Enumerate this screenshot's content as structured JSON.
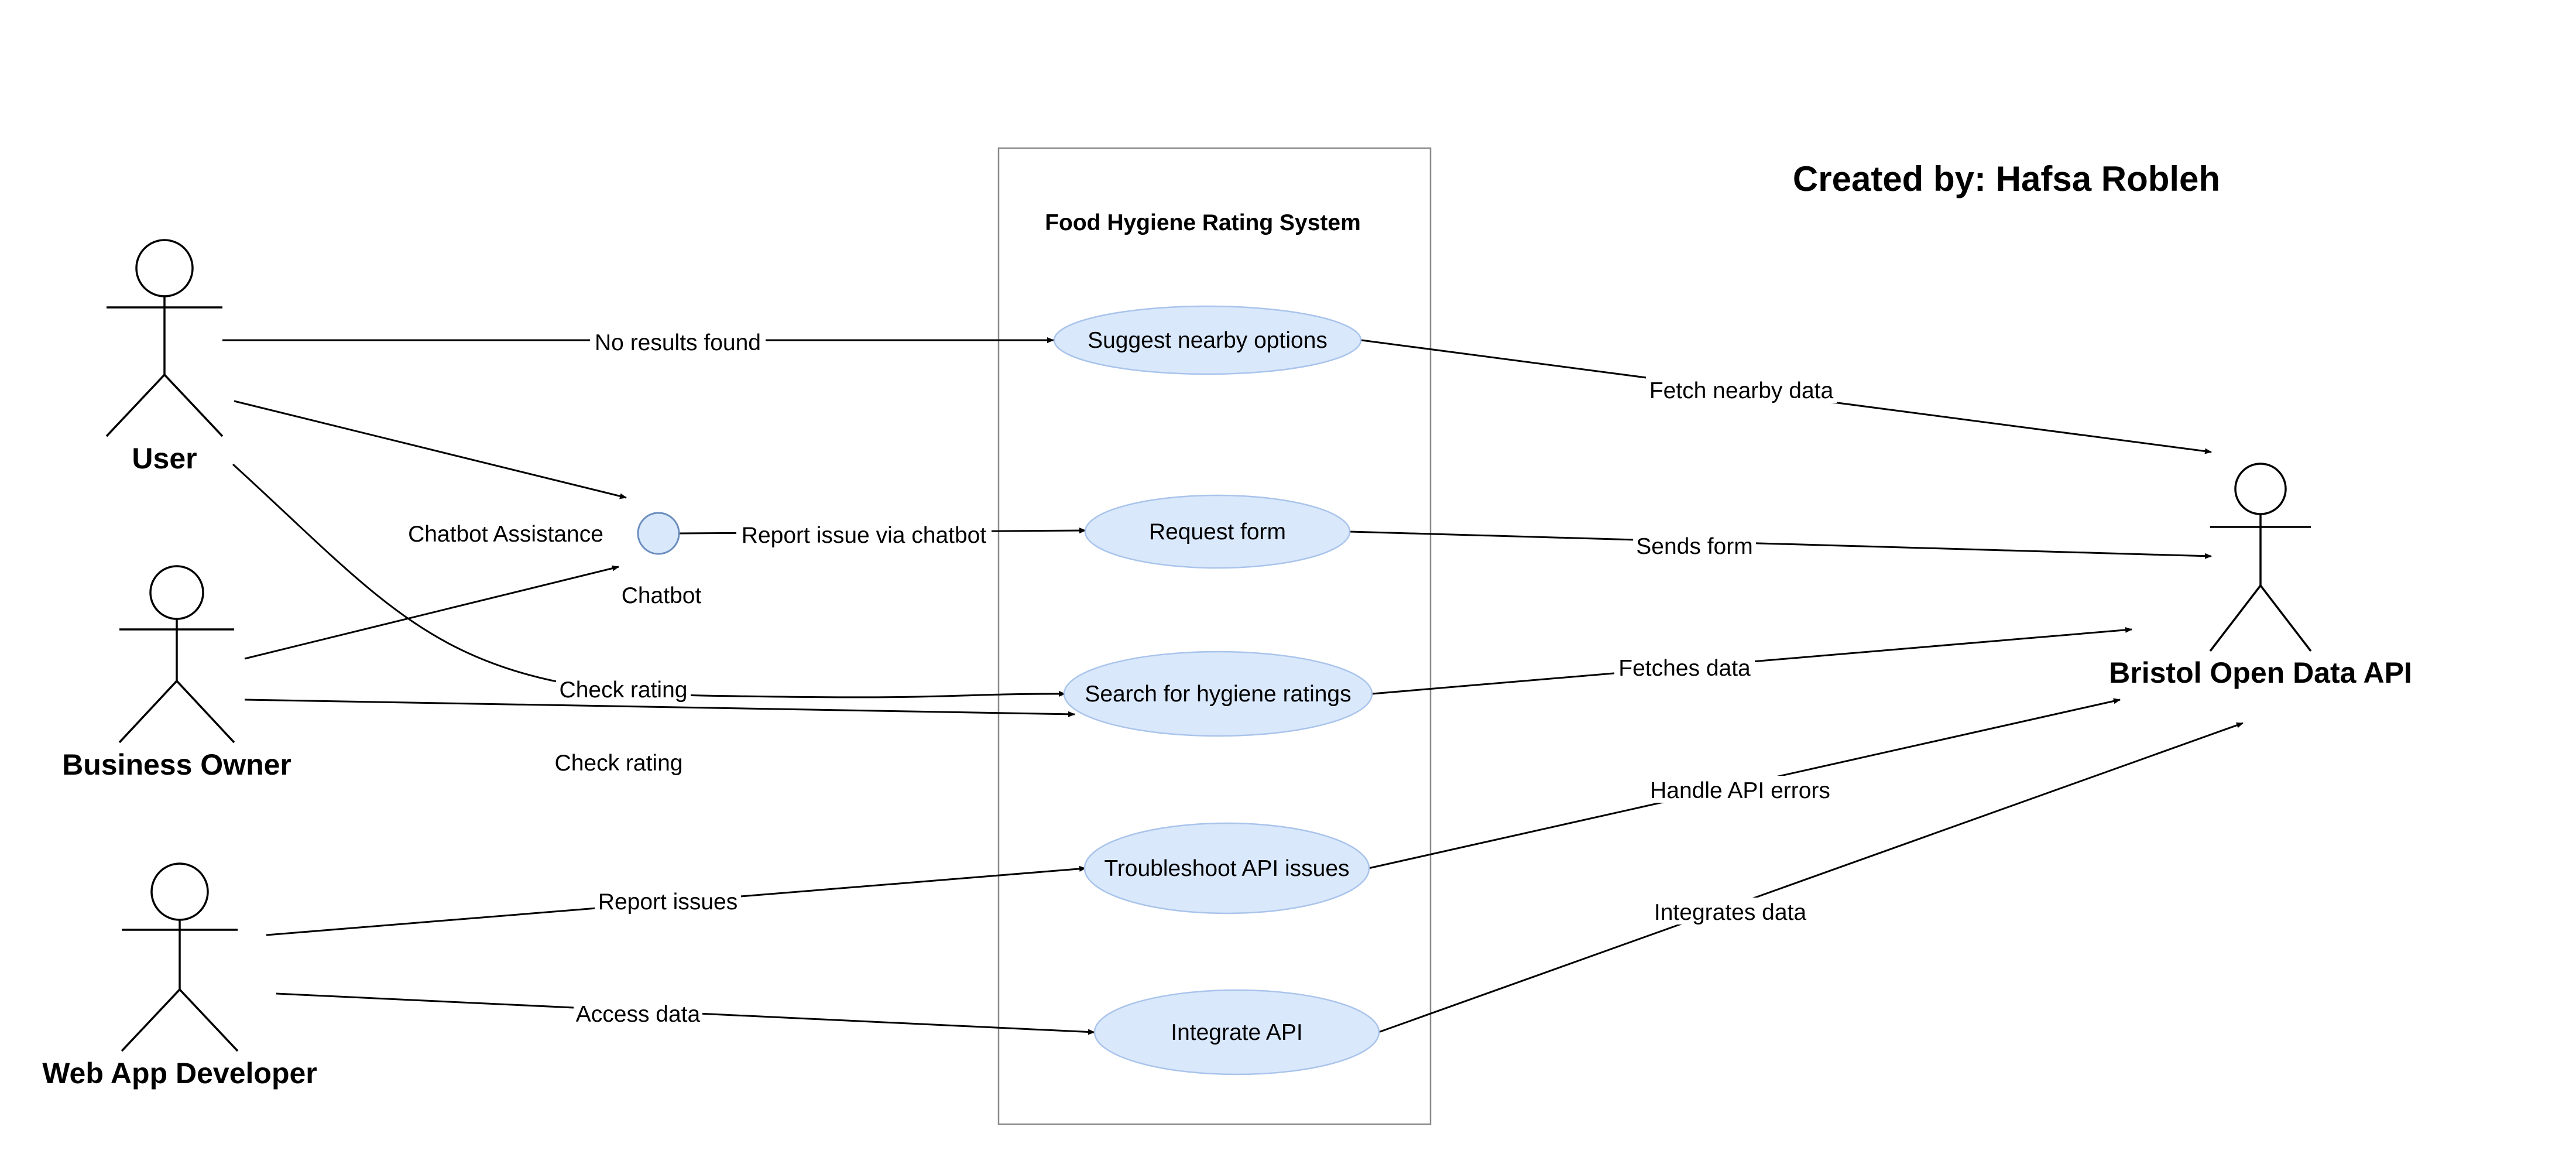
{
  "credit": "Created by: Hafsa Robleh",
  "system": {
    "title": "Food Hygiene Rating System"
  },
  "actors": {
    "user": "User",
    "business_owner": "Business Owner",
    "developer": "Web App Developer",
    "api": "Bristol Open Data API"
  },
  "chatbot": {
    "name": "Chatbot",
    "side_label": "Chatbot Assistance"
  },
  "use_cases": {
    "suggest": "Suggest nearby options",
    "request_form": "Request form",
    "search": "Search for hygiene ratings",
    "troubleshoot": "Troubleshoot API issues",
    "integrate": "Integrate API"
  },
  "edge_labels": {
    "no_results": "No results found",
    "report_chatbot": "Report issue via chatbot",
    "check_rating_user": "Check rating",
    "check_rating_owner": "Check rating",
    "report_issues": "Report issues",
    "access_data": "Access data",
    "fetch_nearby": "Fetch nearby data",
    "sends_form": "Sends form",
    "fetches_data": "Fetches data",
    "handle_errors": "Handle API errors",
    "integrates_data": "Integrates data"
  },
  "colors": {
    "use_case_fill": "#dae8fc",
    "use_case_stroke": "#a9c4eb",
    "boundary_stroke": "#8a8a8a"
  }
}
